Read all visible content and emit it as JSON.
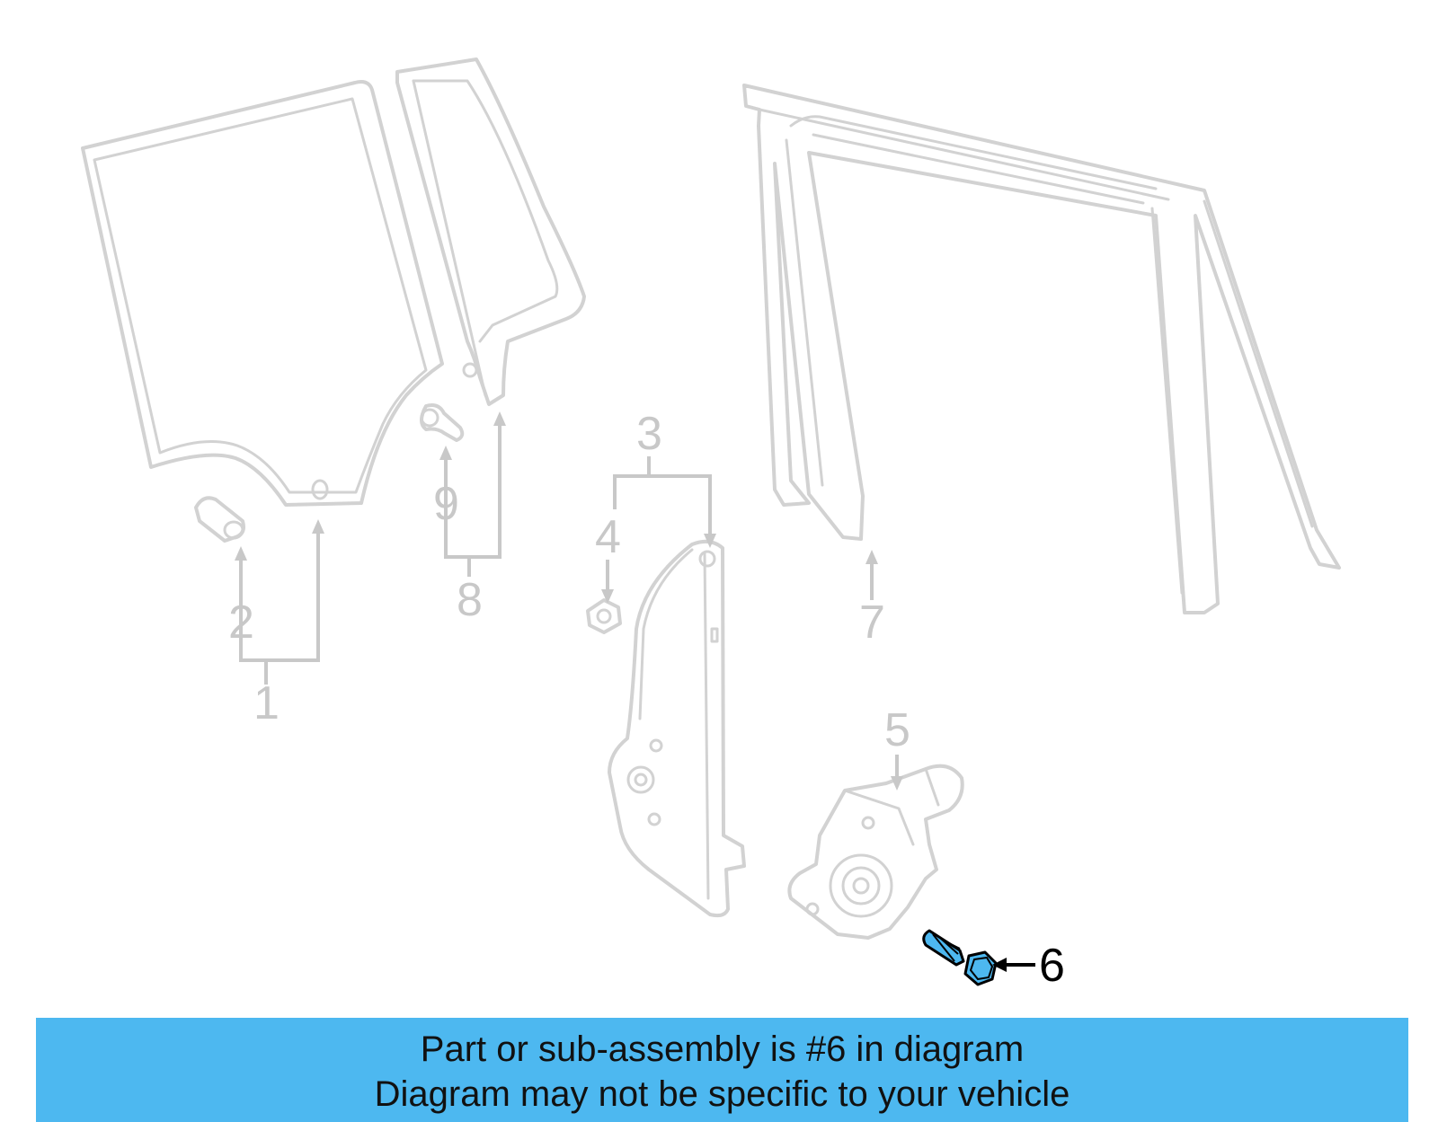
{
  "colors": {
    "ghost_parts": "#d2d2d2",
    "callouts": "#c8c8c8",
    "highlight_part": "#4db8f0",
    "banner": "#4db8f0"
  },
  "callouts": {
    "n1": "1",
    "n2": "2",
    "n3": "3",
    "n4": "4",
    "n5": "5",
    "n6": "6",
    "n7": "7",
    "n8": "8",
    "n9": "9"
  },
  "highlighted_part": "6",
  "banner": {
    "line1": "Part or sub-assembly is #6 in diagram",
    "line2": "Diagram may not be specific to your vehicle"
  }
}
